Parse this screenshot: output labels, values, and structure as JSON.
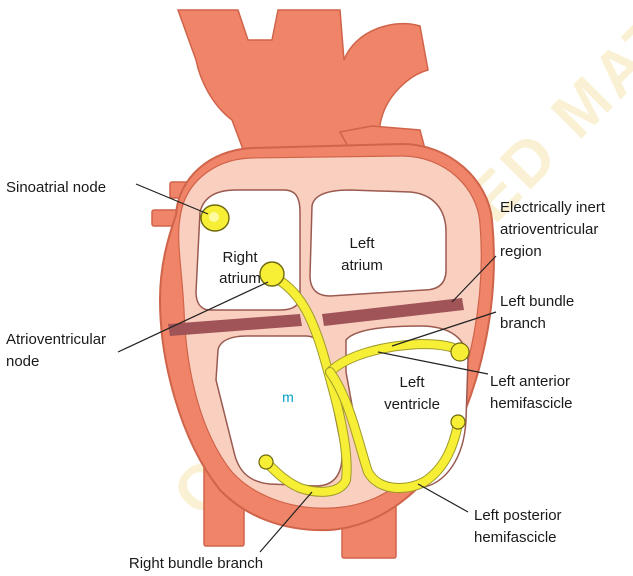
{
  "labels": {
    "sinoatrial_node": "Sinoatrial node",
    "right_atrium_line1": "Right",
    "right_atrium_line2": "atrium",
    "left_atrium_line1": "Left",
    "left_atrium_line2": "atrium",
    "electrically_inert_line1": "Electrically inert",
    "electrically_inert_line2": "atrioventricular",
    "electrically_inert_line3": "region",
    "left_bundle_branch_line1": "Left bundle",
    "left_bundle_branch_line2": "branch",
    "atrioventricular_node_line1": "Atrioventricular",
    "atrioventricular_node_line2": "node",
    "left_ventricle_line1": "Left",
    "left_ventricle_line2": "ventricle",
    "right_ventricle_marker": "m",
    "left_anterior_hemifascicle_line1": "Left anterior",
    "left_anterior_hemifascicle_line2": "hemifascicle",
    "left_posterior_hemifascicle_line1": "Left posterior",
    "left_posterior_hemifascicle_line2": "hemifascicle",
    "right_bundle_branch": "Right bundle branch"
  },
  "watermark": "COPYRIGHTED MATERIAL",
  "colors": {
    "heart_outer": "#ef8468",
    "heart_inner": "#f9cfc0",
    "chambers": "#ffffff",
    "septum_band": "#a05458",
    "conduction": "#f7ee36",
    "marker_text": "#00a0c0"
  }
}
